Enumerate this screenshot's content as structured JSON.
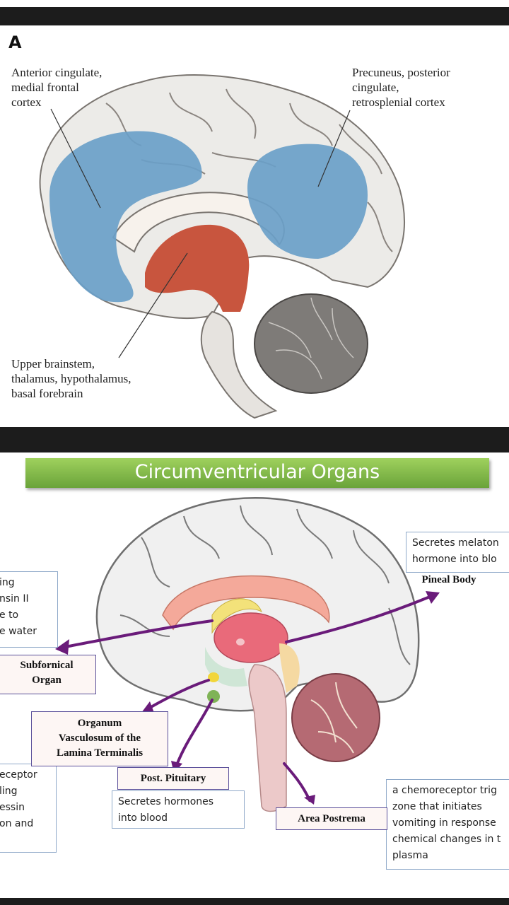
{
  "panel_a": {
    "letter": "A",
    "label_anterior": "Anterior cingulate,\nmedial frontal\ncortex",
    "label_precuneus": "Precuneus, posterior\ncingulate,\nretrosplenial cortex",
    "label_brainstem": "Upper brainstem,\nthalamus, hypothalamus,\nbasal forebrain",
    "colors": {
      "default_mode_regions": "#6a9fc8",
      "arousal_regions": "#c8553e"
    }
  },
  "panel_b": {
    "title": "Circumventricular Organs",
    "tag_pineal": "Pineal Body",
    "tag_subfornical": "Subfornical\nOrgan",
    "tag_ovlt": "Organum\nVasculosum of the\nLamina Terminalis",
    "tag_post_pituitary": "Post. Pituitary",
    "tag_area_postrema": "Area Postrema",
    "box_pineal": "Secretes melaton\nhormone into blo",
    "box_subfornical": "ing\nnsin II\ne to\ne water",
    "box_ovlt": "eceptor\nling\nessin\non and",
    "box_post_pituitary": "Secretes hormones\ninto blood",
    "box_area_postrema": "a chemoreceptor trig\nzone that initiates\nvomiting in response\nchemical changes in t\nplasma",
    "colors": {
      "title_bar": "#7bb541",
      "arrow": "#6a1b7a"
    }
  }
}
